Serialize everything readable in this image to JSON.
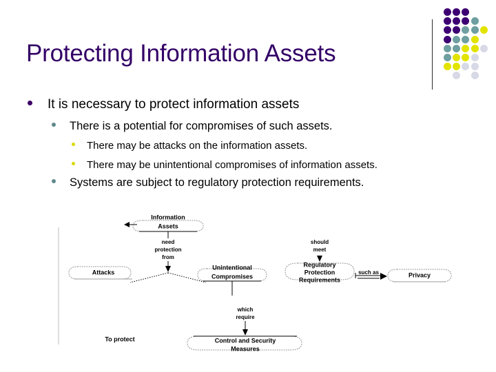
{
  "slide": {
    "title": "Protecting Information Assets",
    "title_color": "#330066"
  },
  "decoration": {
    "name": "dot-matrix",
    "colors": {
      "purple": "#3d0073",
      "teal": "#6f9fa0",
      "yellow": "#e3e300",
      "lightgray": "#d7d9e6"
    },
    "grid": [
      [
        "purple",
        "purple",
        "purple",
        null,
        null
      ],
      [
        "purple",
        "purple",
        "purple",
        "teal",
        null
      ],
      [
        "purple",
        "purple",
        "teal",
        "teal",
        "yellow"
      ],
      [
        "purple",
        "teal",
        "teal",
        "yellow",
        null
      ],
      [
        "teal",
        "teal",
        "yellow",
        "yellow",
        "lightgray"
      ],
      [
        "teal",
        "yellow",
        "yellow",
        "lightgray",
        null
      ],
      [
        "yellow",
        "yellow",
        "lightgray",
        "lightgray",
        null
      ],
      [
        null,
        "lightgray",
        null,
        "lightgray",
        null
      ]
    ]
  },
  "bullets": {
    "level1": {
      "text": "It is necessary to protect information assets",
      "marker_color": "#3d0066"
    },
    "level2a": {
      "text": "There is a potential for compromises of such assets.",
      "marker_color": "#5f8a8b"
    },
    "level3a": {
      "text": "There may be attacks on the information assets.",
      "marker_color": "#d9d900"
    },
    "level3b": {
      "text": "There may be unintentional compromises of information assets.",
      "marker_color": "#d9d900"
    },
    "level2b": {
      "text": "Systems are subject to regulatory protection requirements.",
      "marker_color": "#5f8a8b"
    }
  },
  "diagram": {
    "nodes": {
      "information_assets": {
        "line1": "Information",
        "line2": "Assets"
      },
      "attacks": {
        "line1": "Attacks",
        "line2": ""
      },
      "unintentional_compromises": {
        "line1": "Unintentional",
        "line2": "Compromises"
      },
      "regulatory_protection_requirements": {
        "line1": "Regulatory",
        "line2": "Protection",
        "line3": "Requirements"
      },
      "privacy": {
        "line1": "Privacy",
        "line2": ""
      },
      "control_and_security_measures": {
        "line1": "Control and Security",
        "line2": "Measures"
      }
    },
    "edge_labels": {
      "need_protection_from": {
        "line1": "need",
        "line2": "protection",
        "line3": "from"
      },
      "should_meet": {
        "line1": "should",
        "line2": "meet"
      },
      "such_as": {
        "line1": "such as"
      },
      "which_require": {
        "line1": "which",
        "line2": "require"
      }
    },
    "loose_labels": {
      "to_protect": "To protect"
    }
  }
}
